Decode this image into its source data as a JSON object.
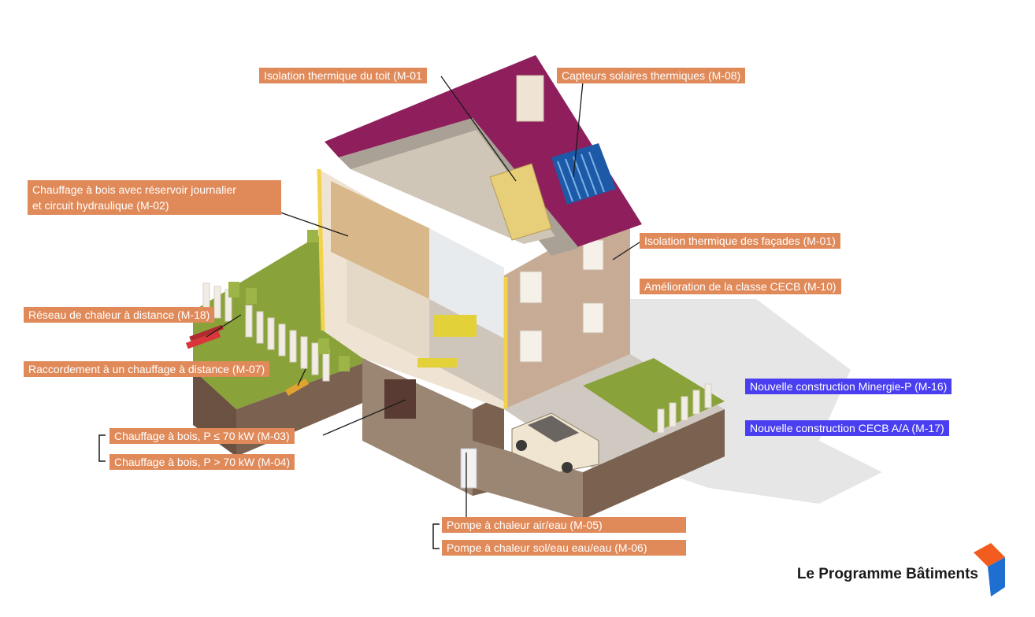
{
  "labels": {
    "roof_insulation": "Isolation thermique du toit (M-01",
    "solar_collectors": "Capteurs solaires thermiques (M-08)",
    "wood_heating_tank_line1": "Chauffage à bois avec réservoir journalier",
    "wood_heating_tank_line2": "et circuit hydraulique (M-02)",
    "facade_insulation": "Isolation thermique des façades (M-01)",
    "cecb_improvement": "Amélioration de la classe CECB (M-10)",
    "district_heating_network": "Réseau de chaleur à distance (M-18)",
    "district_heating_connection": "Raccordement à un chauffage à distance (M-07)",
    "wood_heating_small": "Chauffage à bois, P ≤ 70 kW (M-03)",
    "wood_heating_large": "Chauffage à bois, P > 70 kW (M-04)",
    "minergie_p": "Nouvelle construction Minergie-P (M-16)",
    "cecb_aa": "Nouvelle construction CECB A/A (M-17)",
    "heat_pump_air": "Pompe à chaleur air/eau (M-05)",
    "heat_pump_ground": "Pompe à chaleur sol/eau eau/eau (M-06)"
  },
  "brand": {
    "name": "Le Programme Bâtiments"
  },
  "colors": {
    "label_orange": "#e08a5a",
    "label_blue": "#4a3ff0",
    "roof": "#8e1f5c",
    "grass": "#8aa23a",
    "soil": "#7a6150",
    "wall": "#c9b29e",
    "logo_orange": "#f25c1f",
    "logo_blue": "#1f6fd1"
  }
}
